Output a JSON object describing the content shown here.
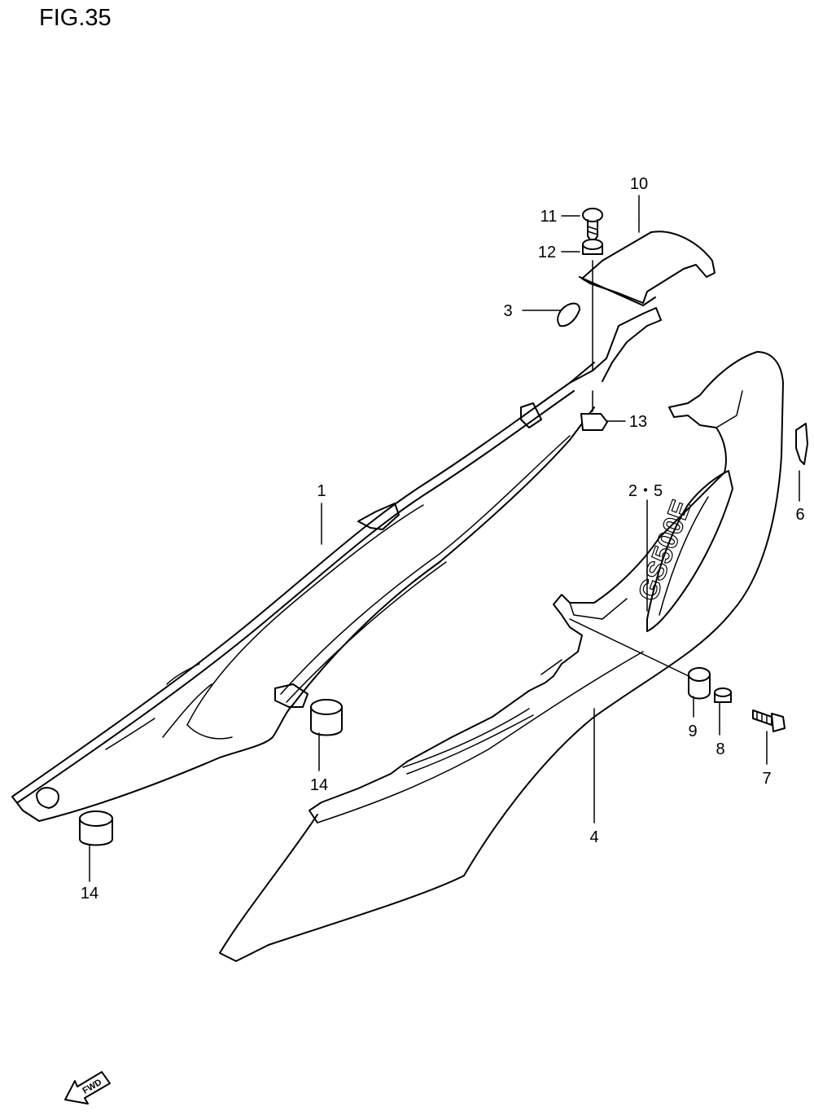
{
  "figure": {
    "title": "FIG.35"
  },
  "callouts": [
    {
      "id": "c1",
      "label": "1"
    },
    {
      "id": "c25",
      "label": "2・5"
    },
    {
      "id": "c3",
      "label": "3"
    },
    {
      "id": "c4",
      "label": "4"
    },
    {
      "id": "c6",
      "label": "6"
    },
    {
      "id": "c7",
      "label": "7"
    },
    {
      "id": "c8",
      "label": "8"
    },
    {
      "id": "c9",
      "label": "9"
    },
    {
      "id": "c10",
      "label": "10"
    },
    {
      "id": "c11",
      "label": "11"
    },
    {
      "id": "c12",
      "label": "12"
    },
    {
      "id": "c13",
      "label": "13"
    },
    {
      "id": "c14a",
      "label": "14"
    },
    {
      "id": "c14b",
      "label": "14"
    }
  ],
  "emblem_text": "GS500E",
  "direction_marker": {
    "label": "FWD"
  },
  "colors": {
    "line": "#000000",
    "background": "#ffffff"
  }
}
